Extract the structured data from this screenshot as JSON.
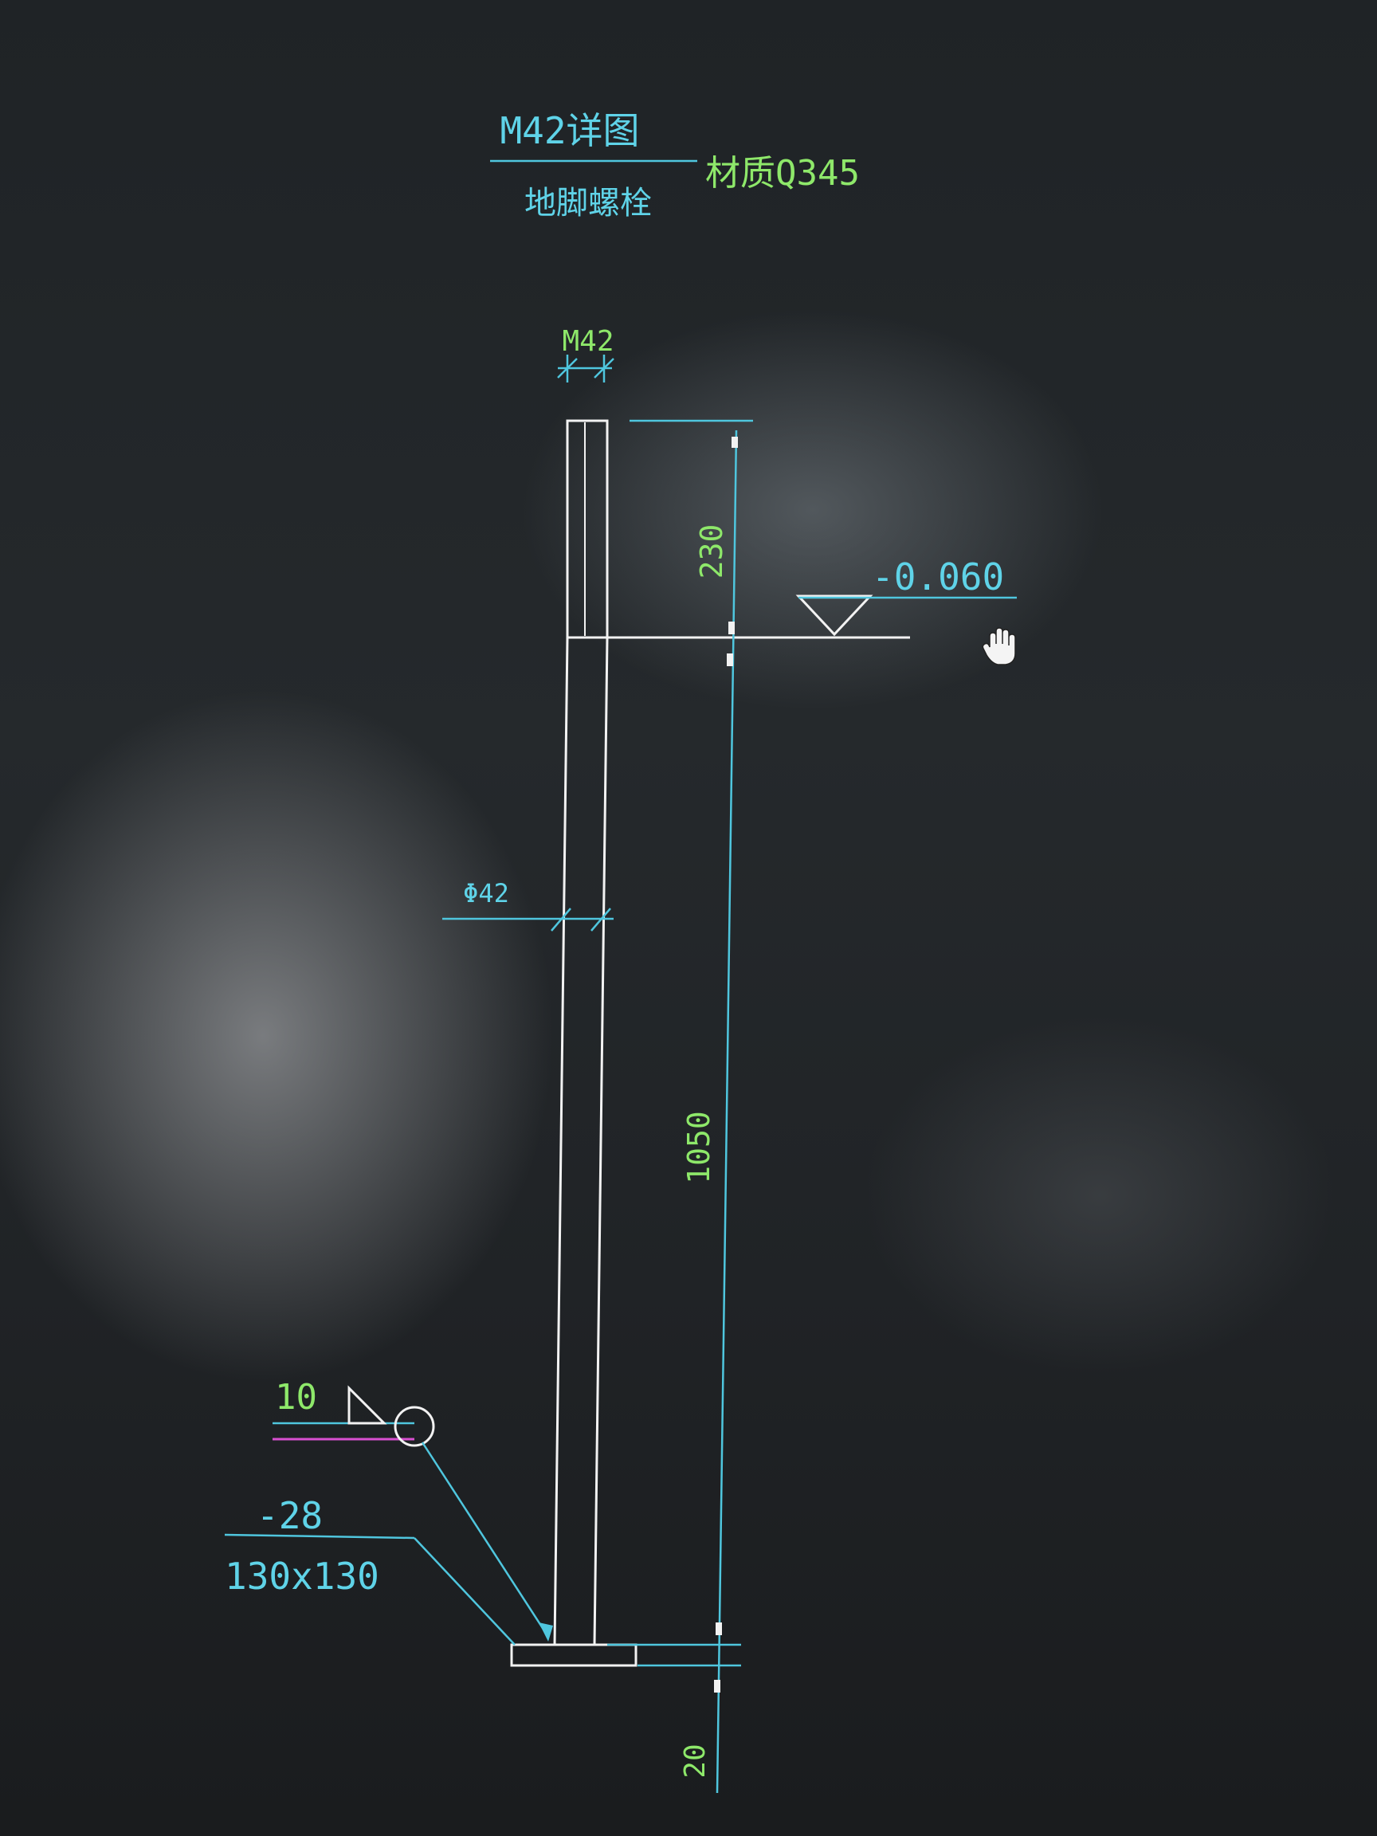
{
  "drawing": {
    "title": "M42详图",
    "subtitle": "地脚螺栓",
    "material": "材质Q345",
    "bolt_label": "M42",
    "diameter_label": "Φ42",
    "elevation_label": "-0.060",
    "dims": {
      "top": "230",
      "middle": "1050",
      "bottom": "20"
    },
    "weld_size": "10",
    "plate_thickness": "-28",
    "plate_size": "130x130"
  },
  "colors": {
    "background": "#1c1f22",
    "white_lines": "#f2f2f2",
    "cyan": "#4fc6de",
    "green": "#8ee86a",
    "magenta": "#d84fd0"
  },
  "icons": {
    "cursor": "hand-pan-cursor-icon"
  }
}
